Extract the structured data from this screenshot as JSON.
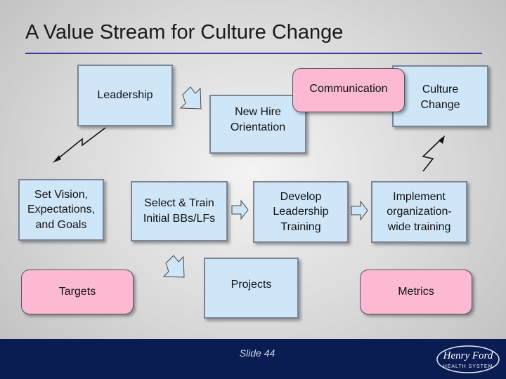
{
  "title": "A Value Stream for Culture Change",
  "boxes": {
    "leadership": "Leadership",
    "communication": "Communication",
    "culture_change": "Culture Change",
    "new_hire": "New Hire Orientation",
    "set_vision": "Set Vision, Expectations, and Goals",
    "select_train": "Select & Train Initial BBs/LFs",
    "develop_leadership": "Develop Leadership Training",
    "implement": "Implement organization-wide training",
    "targets": "Targets",
    "projects": "Projects",
    "metrics": "Metrics"
  },
  "footer": {
    "slide_label": "Slide 44",
    "logo_text": "Henry Ford",
    "logo_subtext": "HEALTH SYSTEM"
  },
  "colors": {
    "box_blue": "#cfe6f8",
    "box_pink": "#fbb9d3",
    "footer_navy": "#0a1d52",
    "title_rule": "#3a3aa0"
  }
}
